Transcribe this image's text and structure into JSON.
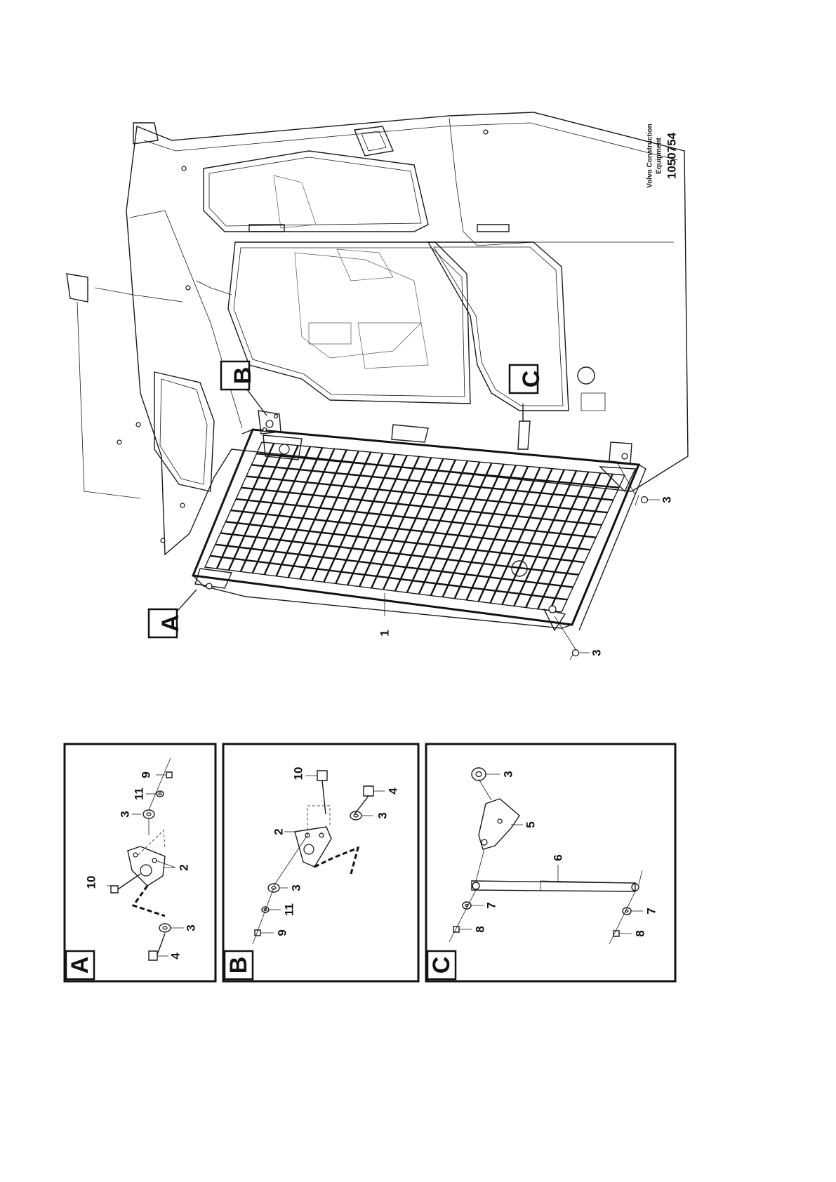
{
  "detail_letters": {
    "a": "A",
    "b": "B",
    "c": "C"
  },
  "part_numbers": {
    "n1": "1",
    "n2": "2",
    "n3": "3",
    "n4": "4",
    "n5": "5",
    "n6": "6",
    "n7": "7",
    "n8": "8",
    "n9": "9",
    "n10": "10",
    "n11": "11"
  },
  "credit": {
    "company": "Volvo Construction",
    "subtitle": "Equipment",
    "image_number": "1050754"
  }
}
